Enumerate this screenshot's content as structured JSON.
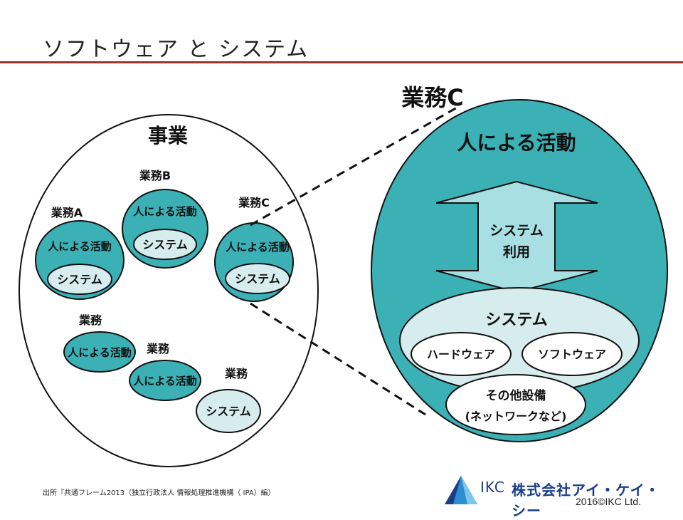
{
  "slide": {
    "title": "ソフトウェア と システム"
  },
  "left": {
    "outer_label": "事業",
    "a": {
      "label": "業務A",
      "inner": "人による活動",
      "system": "システム"
    },
    "b": {
      "label": "業務B",
      "inner": "人による活動",
      "system": "システム"
    },
    "c": {
      "label": "業務C",
      "inner": "人による活動",
      "system": "システム"
    },
    "d": {
      "label": "業務",
      "inner": "人による活動"
    },
    "e": {
      "label": "業務",
      "inner": "人による活動"
    },
    "f": {
      "label": "業務",
      "system": "システム"
    }
  },
  "right": {
    "label": "業務C",
    "activity": "人による活動",
    "arrow_line1": "システム",
    "arrow_line2": "利用",
    "system": "システム",
    "hardware": "ハードウェア",
    "software": "ソフトウェア",
    "other_line1": "その他設備",
    "other_line2": "(ネットワークなど)"
  },
  "footer": {
    "source": "出所『共通フレーム2013（独立行政法人 情報処理推進機構（ IPA）編）",
    "logo_text": "IKC",
    "company": "株式会社アイ・ケイ・シー",
    "copyright": "2016©IKC Ltd."
  },
  "colors": {
    "teal": "#3bb0b5",
    "light": "#d6ecef",
    "arrow": "#a7dfe2",
    "rule": "#a0302a",
    "brand": "#1a3d8a"
  }
}
